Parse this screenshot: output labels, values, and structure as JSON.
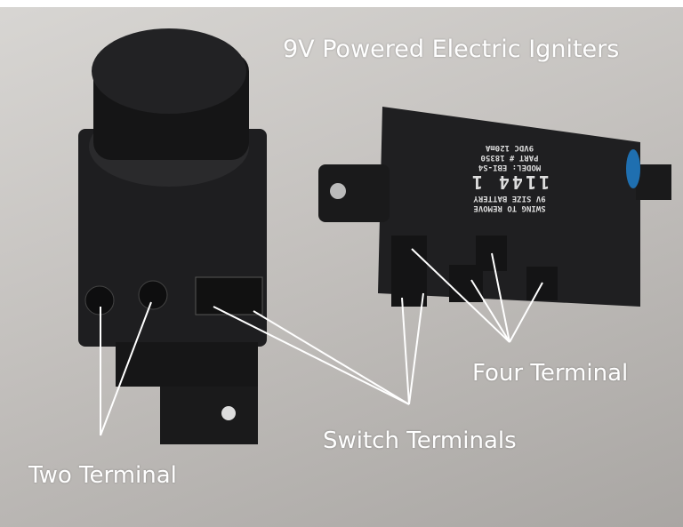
{
  "title": "9V Powered Electric Igniters",
  "annotations": {
    "four_terminal": "Four Terminal",
    "switch_terminals": "Switch Terminals",
    "two_terminal": "Two Terminal"
  },
  "device_label": {
    "line1": "SWING TO REMOVE",
    "line2": "9V SIZE BATTERY",
    "number": "1144 1",
    "model": "MODEL: EBI-S4",
    "part": "PART # 18350",
    "rating": "9VDC 120mA"
  },
  "colors": {
    "annotation": "#ffffff",
    "device": "#1b1b1c",
    "paper": "#c9c6c3"
  }
}
